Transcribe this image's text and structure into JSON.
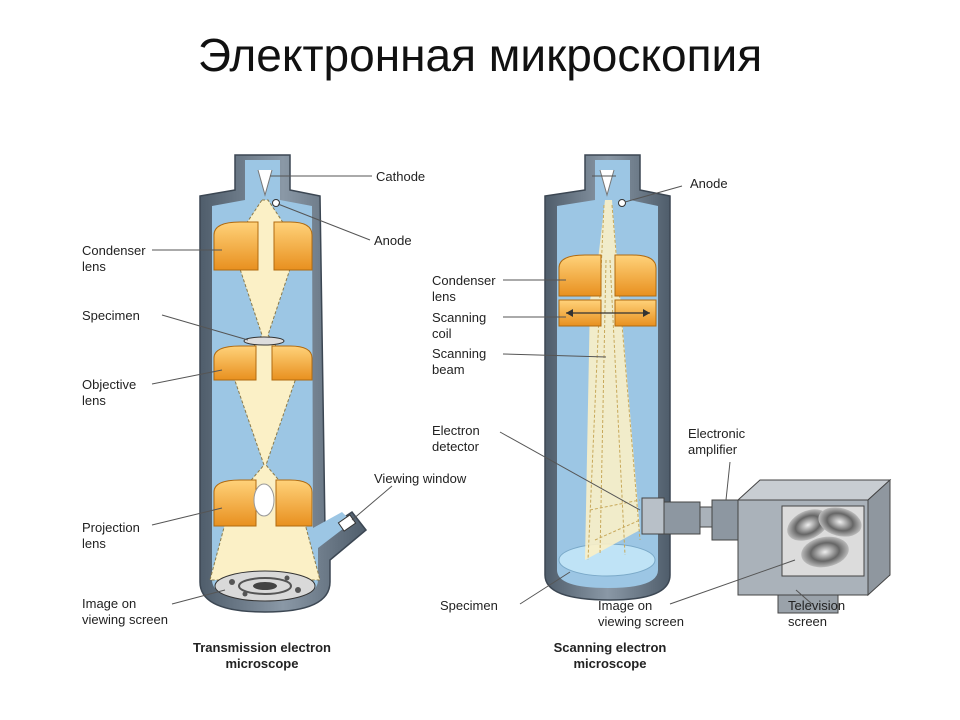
{
  "title": "Электронная микроскопия",
  "tem": {
    "caption": [
      "Transmission electron",
      "microscope"
    ],
    "labels": {
      "cathode": "Cathode",
      "anode": "Anode",
      "condenser": [
        "Condenser",
        "lens"
      ],
      "specimen": "Specimen",
      "objective": [
        "Objective",
        "lens"
      ],
      "viewing_window": "Viewing window",
      "projection": [
        "Projection",
        "lens"
      ],
      "image": [
        "Image on",
        "viewing screen"
      ]
    }
  },
  "sem": {
    "caption": [
      "Scanning electron",
      "microscope"
    ],
    "labels": {
      "anode": "Anode",
      "condenser": [
        "Condenser",
        "lens"
      ],
      "scanning_coil": [
        "Scanning",
        "coil"
      ],
      "scanning_beam": [
        "Scanning",
        "beam"
      ],
      "detector": [
        "Electron",
        "detector"
      ],
      "amplifier": [
        "Electronic",
        "amplifier"
      ],
      "specimen": "Specimen",
      "image": [
        "Image on",
        "viewing screen"
      ],
      "tv": [
        "Television",
        "screen"
      ]
    }
  },
  "colors": {
    "column": "#5f6f7e",
    "vacuum": "#9cc6e4",
    "lens": "#f0a53a",
    "beam": "#fbf0c6"
  }
}
